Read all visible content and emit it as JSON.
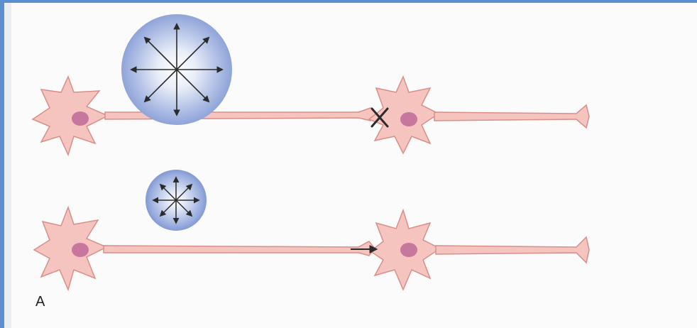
{
  "panel": {
    "label": "A"
  },
  "colors": {
    "neuron_fill": "#f5c4bf",
    "neuron_stroke": "#d98e88",
    "nucleus": "#c7769e",
    "glow_outer": "#8ea4d8",
    "glow_inner": "#ffffff",
    "arrow": "#2b2b2b",
    "frame": "#5b8fd0"
  },
  "rows": [
    {
      "name": "top",
      "blocked_symbol": "×",
      "sphere": "large"
    },
    {
      "name": "bottom",
      "transmission_symbol": "→",
      "sphere": "small"
    }
  ]
}
